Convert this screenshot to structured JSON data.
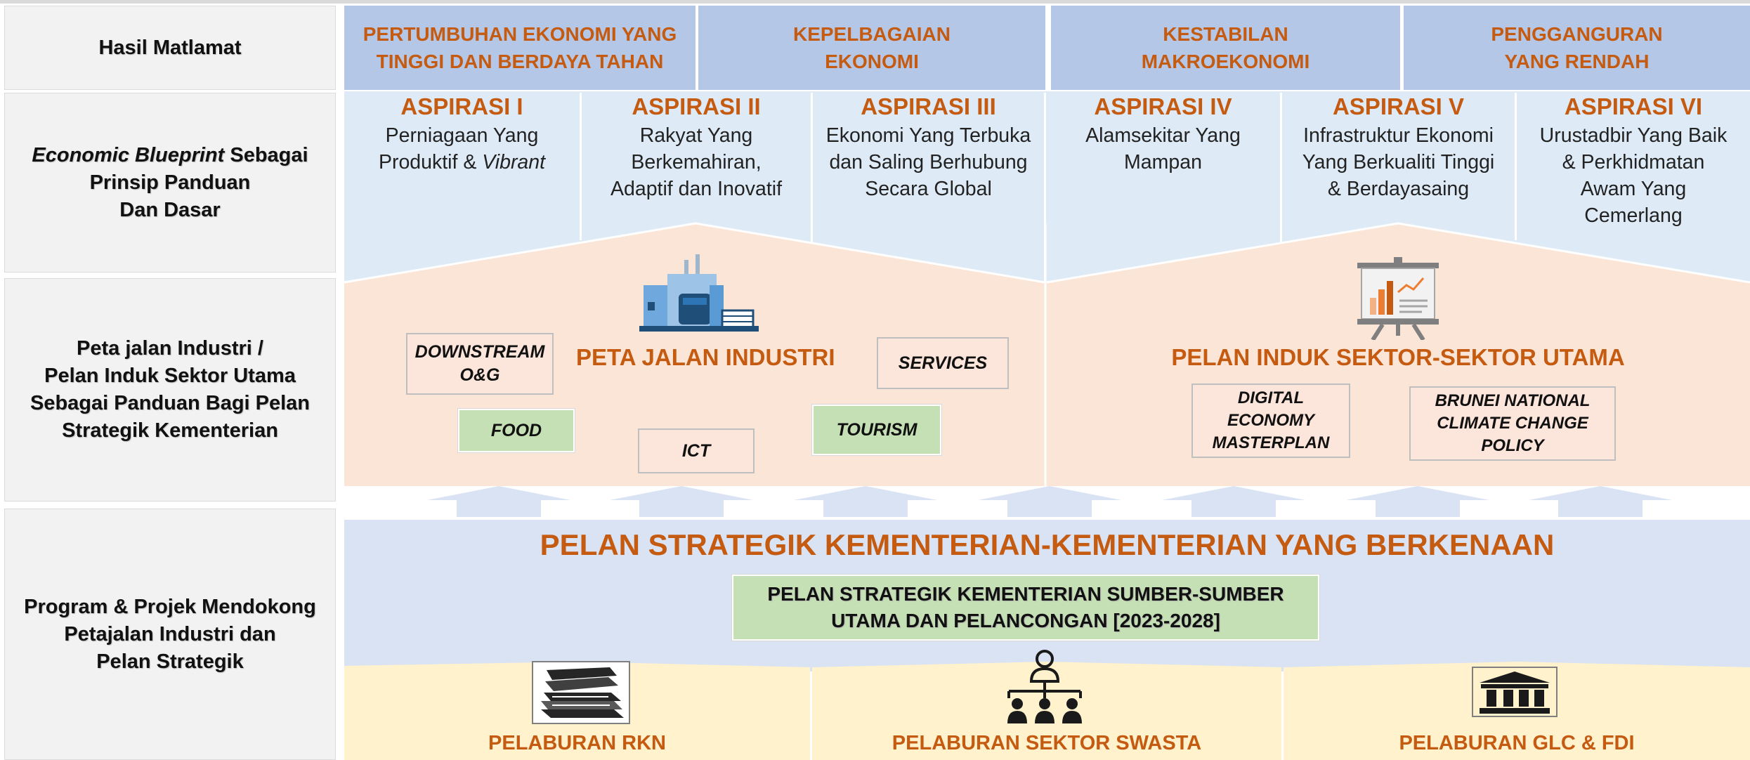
{
  "left_labels": {
    "row1": [
      "Hasil Matlamat"
    ],
    "row2": {
      "italic": "Economic Blueprint",
      "rest": " Sebagai",
      "lines": [
        "Prinsip Panduan",
        "Dan Dasar"
      ]
    },
    "row3": [
      "Peta jalan Industri /",
      "Pelan Induk Sektor Utama",
      "Sebagai  Panduan Bagi Pelan",
      "Strategik Kementerian"
    ],
    "row4": [
      "Program & Projek Mendokong",
      "Petajalan Industri dan",
      "Pelan Strategik"
    ]
  },
  "outcomes": [
    [
      "PERTUMBUHAN EKONOMI YANG",
      "TINGGI DAN BERDAYA TAHAN"
    ],
    [
      "KEPELBAGAIAN",
      "EKONOMI"
    ],
    [
      "KESTABILAN",
      "MAKROEKONOMI"
    ],
    [
      "PENGGANGURAN",
      "YANG RENDAH"
    ]
  ],
  "aspirations": [
    {
      "title": "ASPIRASI I",
      "lines": [
        "Perniagaan Yang"
      ],
      "line2_plain": "Produktif & ",
      "line2_italic": "Vibrant"
    },
    {
      "title": "ASPIRASI II",
      "lines": [
        "Rakyat Yang",
        "Berkemahiran,",
        "Adaptif dan Inovatif"
      ]
    },
    {
      "title": "ASPIRASI III",
      "lines": [
        "Ekonomi Yang Terbuka",
        "dan Saling Berhubung",
        "Secara Global"
      ]
    },
    {
      "title": "ASPIRASI IV",
      "lines": [
        "Alamsekitar Yang",
        "Mampan"
      ]
    },
    {
      "title": "ASPIRASI V",
      "lines": [
        "Infrastruktur Ekonomi",
        "Yang Berkualiti Tinggi",
        "& Berdayasaing"
      ]
    },
    {
      "title": "ASPIRASI VI",
      "lines": [
        "Urustadbir Yang Baik",
        "& Perkhidmatan",
        "Awam Yang",
        "Cemerlang"
      ]
    }
  ],
  "roadmap": {
    "title": "PETA JALAN INDUSTRI",
    "tags": {
      "downstream": [
        "DOWNSTREAM",
        "O&G"
      ],
      "services": [
        "SERVICES"
      ],
      "food": [
        "FOOD"
      ],
      "ict": [
        "ICT"
      ],
      "tourism": [
        "TOURISM"
      ]
    }
  },
  "master_plan": {
    "title": "PELAN INDUK SEKTOR-SEKTOR UTAMA",
    "tags": {
      "digital": [
        "DIGITAL",
        "ECONOMY",
        "MASTERPLAN"
      ],
      "climate": [
        "BRUNEI NATIONAL",
        "CLIMATE CHANGE",
        "POLICY"
      ]
    }
  },
  "strategic": {
    "title": "PELAN STRATEGIK KEMENTERIAN-KEMENTERIAN YANG BERKENAAN",
    "ministry_plan": [
      "PELAN STRATEGIK KEMENTERIAN SUMBER-SUMBER",
      "UTAMA DAN PELANCONGAN [2023-2028]"
    ]
  },
  "investments": [
    "PELABURAN RKN",
    "PELABURAN SEKTOR SWASTA",
    "PELABURAN GLC & FDI"
  ],
  "colors": {
    "accent": "#c55a11",
    "outcome_bg": "#b4c7e7",
    "aspiration_bg": "#deebf7",
    "roadmap_bg": "#fbe5d6",
    "strategic_bg": "#dae3f3",
    "investment_bg": "#fff2cc",
    "tag_green": "#c5e0b4"
  },
  "icons": [
    "factory-icon",
    "presentation-chart-icon",
    "books-icon",
    "org-chart-icon",
    "bank-building-icon",
    "up-arrow-icon"
  ]
}
